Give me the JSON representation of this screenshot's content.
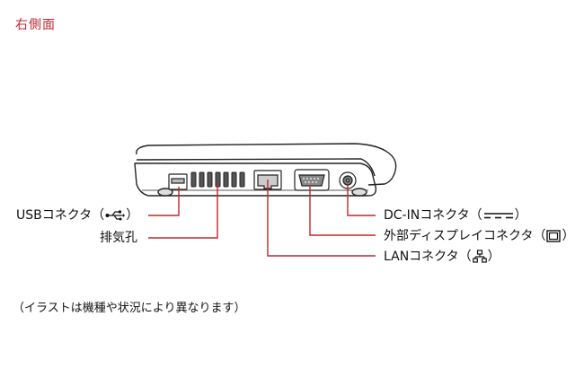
{
  "page": {
    "title": "右側面",
    "note": "（イラストは機種や状況により異なります）"
  },
  "labels": {
    "usb": {
      "text": "USBコネクタ（",
      "icon": "usb-icon",
      "close": "）"
    },
    "vent": {
      "text": "排気孔"
    },
    "dcin": {
      "text": "DC-INコネクタ（",
      "icon": "dc-power-icon",
      "close": "）"
    },
    "monitor": {
      "text": "外部ディスプレイコネクタ（",
      "icon": "monitor-icon",
      "close": "）"
    },
    "lan": {
      "text": "LANコネクタ（",
      "icon": "network-icon",
      "close": "）"
    }
  },
  "colors": {
    "title": "#c0282d",
    "leader_line": "#c0282d",
    "outline": "#222222"
  }
}
